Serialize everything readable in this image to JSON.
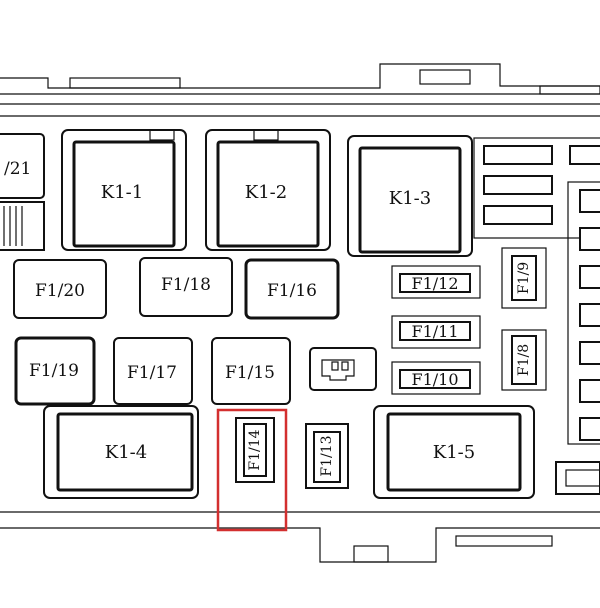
{
  "relays": {
    "k1_1": "K1-1",
    "k1_2": "K1-2",
    "k1_3": "K1-3",
    "k1_4": "K1-4",
    "k1_5": "K1-5"
  },
  "fuses": {
    "f1_21": "/21",
    "f1_20": "F1/20",
    "f1_18": "F1/18",
    "f1_16": "F1/16",
    "f1_19": "F1/19",
    "f1_17": "F1/17",
    "f1_15": "F1/15",
    "f1_12": "F1/12",
    "f1_11": "F1/11",
    "f1_10": "F1/10",
    "f1_9": "F1/9",
    "f1_8": "F1/8",
    "f1_14": "F1/14",
    "f1_13": "F1/13"
  },
  "colors": {
    "line": "#111111",
    "highlight": "#d32f2f",
    "background": "#ffffff"
  }
}
